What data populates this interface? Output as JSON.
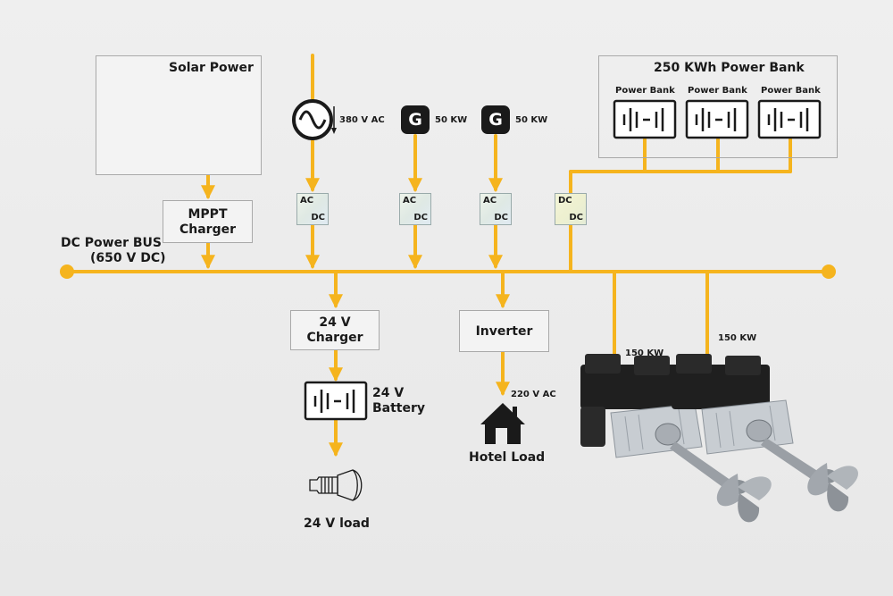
{
  "colors": {
    "bus": "#f5b41e",
    "ink": "#1a1a1a",
    "box_border": "#a9a9a9"
  },
  "solar": {
    "title": "Solar Power"
  },
  "mppt": {
    "line1": "MPPT",
    "line2": "Charger"
  },
  "bus": {
    "line1": "DC Power BUS",
    "line2": "(650 V DC)"
  },
  "grid": {
    "voltage": "380 V AC"
  },
  "generators": [
    {
      "symbol": "G",
      "power": "50 KW"
    },
    {
      "symbol": "G",
      "power": "50 KW"
    }
  ],
  "converters": [
    {
      "top": "AC",
      "bottom": "DC"
    },
    {
      "top": "AC",
      "bottom": "DC"
    },
    {
      "top": "AC",
      "bottom": "DC"
    },
    {
      "top": "DC",
      "bottom": "DC"
    }
  ],
  "power_bank": {
    "title": "250 KWh Power Bank",
    "units": [
      {
        "label": "Power Bank"
      },
      {
        "label": "Power Bank"
      },
      {
        "label": "Power Bank"
      }
    ]
  },
  "charger24": {
    "line1": "24 V",
    "line2": "Charger"
  },
  "battery24": {
    "line1": "24 V",
    "line2": "Battery"
  },
  "load24": {
    "label": "24 V load"
  },
  "inverter": {
    "label": "Inverter",
    "voltage": "220 V AC"
  },
  "hotel": {
    "label": "Hotel Load"
  },
  "thrusters": [
    {
      "power": "150 KW"
    },
    {
      "power": "150 KW"
    }
  ]
}
